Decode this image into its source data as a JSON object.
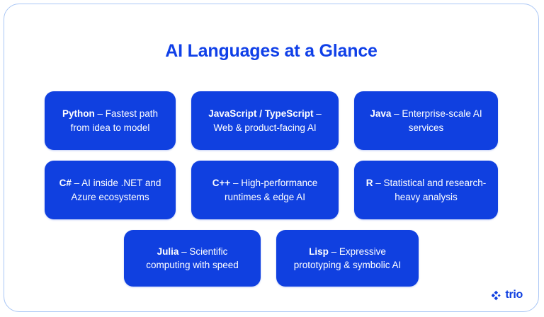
{
  "page": {
    "title": "AI Languages at a Glance",
    "title_color": "#1040e8",
    "card_color": "#1040e0",
    "card_text_color": "#ffffff",
    "border_color": "#a9c6f5",
    "background_color": "#ffffff"
  },
  "rows": [
    {
      "cards": [
        {
          "term": "Python",
          "dash": " – ",
          "desc": "Fastest path from idea to model"
        },
        {
          "term": "JavaScript / TypeScript",
          "dash": " – ",
          "desc": "Web & product-facing AI"
        },
        {
          "term": "Java",
          "dash": " – ",
          "desc": "Enterprise-scale AI services"
        }
      ]
    },
    {
      "cards": [
        {
          "term": "C#",
          "dash": " – ",
          "desc": "AI inside .NET and Azure ecosystems"
        },
        {
          "term": "C++",
          "dash": " – ",
          "desc": "High-performance runtimes & edge AI"
        },
        {
          "term": "R",
          "dash": " – ",
          "desc": "Statistical and research-heavy analysis"
        }
      ]
    },
    {
      "cards": [
        {
          "term": "Julia",
          "dash": " – ",
          "desc": "Scientific computing with speed"
        },
        {
          "term": "Lisp",
          "dash": " – ",
          "desc": "Expressive prototyping & symbolic AI"
        }
      ]
    }
  ],
  "brand": {
    "name": "trio",
    "icon": "trio-diamonds-logo-icon",
    "color": "#1040e0"
  }
}
